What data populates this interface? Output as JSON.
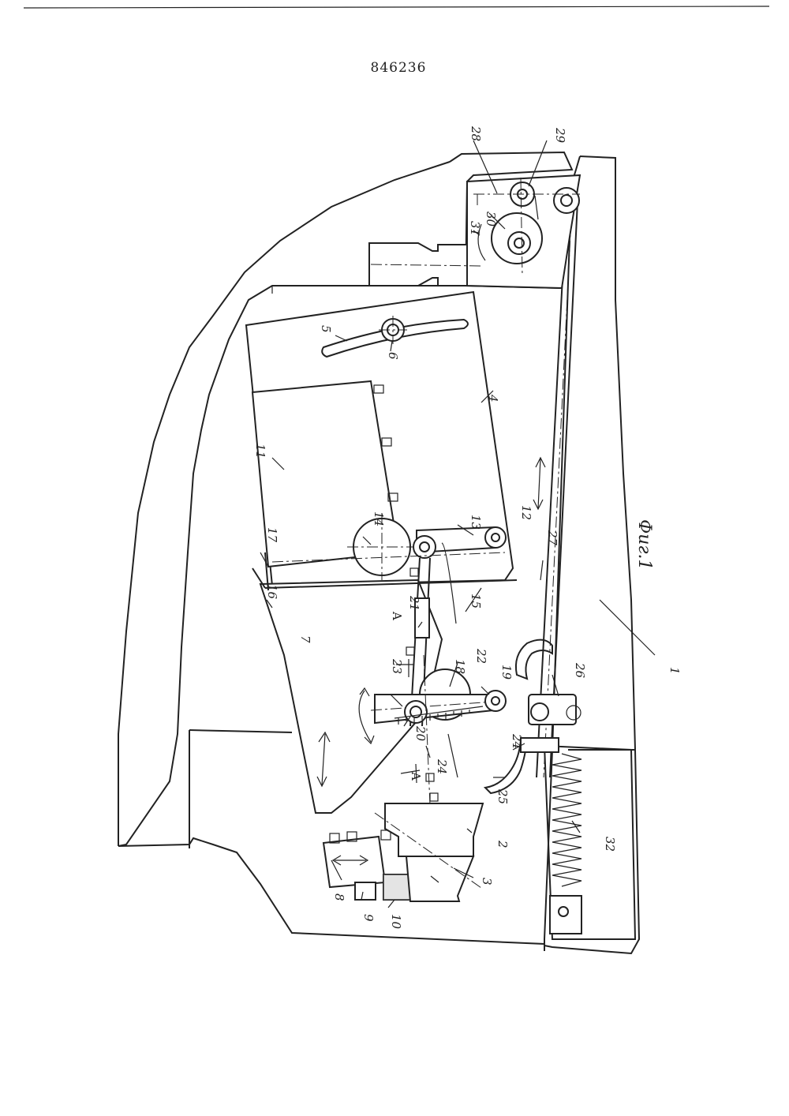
{
  "document": {
    "patent_number": "846236",
    "figure_caption": "Фиг.1"
  },
  "labels": {
    "l1": "1",
    "l2": "2",
    "l3": "3",
    "l4": "4",
    "l5": "5",
    "l6": "6",
    "l7": "7",
    "l8": "8",
    "l9": "9",
    "l10": "10",
    "l11": "11",
    "l12": "12",
    "l13": "13",
    "l14": "14",
    "l15": "15",
    "l16": "16",
    "l17": "17",
    "l18": "18",
    "l19": "19",
    "l20": "20",
    "l21": "21",
    "l22": "22",
    "l23": "23",
    "l24": "24",
    "l24p": "24'",
    "l25": "25",
    "l26": "26",
    "l27": "27",
    "l28": "28",
    "l29": "29",
    "l30": "30",
    "l31": "31",
    "l32": "32",
    "secA1": "A",
    "secA2": "A"
  }
}
